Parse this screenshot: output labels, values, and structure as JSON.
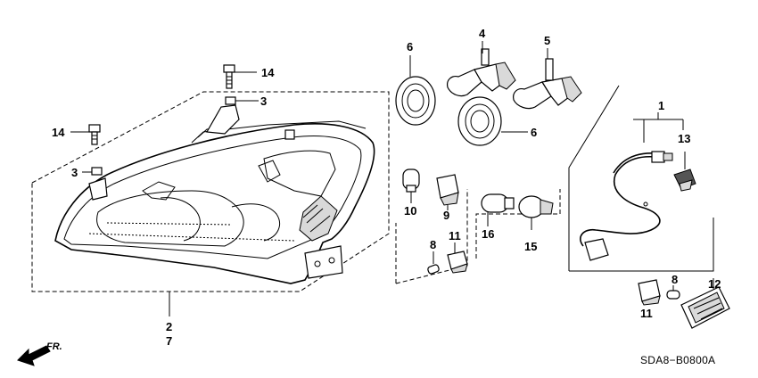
{
  "diagram": {
    "callouts": [
      {
        "id": "c14a",
        "label": "14"
      },
      {
        "id": "c3a",
        "label": "3"
      },
      {
        "id": "c14b",
        "label": "14"
      },
      {
        "id": "c3b",
        "label": "3"
      },
      {
        "id": "c2",
        "label": "2"
      },
      {
        "id": "c7",
        "label": "7"
      },
      {
        "id": "c6a",
        "label": "6"
      },
      {
        "id": "c4",
        "label": "4"
      },
      {
        "id": "c5",
        "label": "5"
      },
      {
        "id": "c6b",
        "label": "6"
      },
      {
        "id": "c10",
        "label": "10"
      },
      {
        "id": "c9",
        "label": "9"
      },
      {
        "id": "c8a",
        "label": "8"
      },
      {
        "id": "c11a",
        "label": "11"
      },
      {
        "id": "c16",
        "label": "16"
      },
      {
        "id": "c15",
        "label": "15"
      },
      {
        "id": "c1",
        "label": "1"
      },
      {
        "id": "c13",
        "label": "13"
      },
      {
        "id": "c8b",
        "label": "8"
      },
      {
        "id": "c12",
        "label": "12"
      },
      {
        "id": "c11b",
        "label": "11"
      }
    ],
    "direction_label": "FR.",
    "diagram_code": "SDA8−B0800A"
  }
}
